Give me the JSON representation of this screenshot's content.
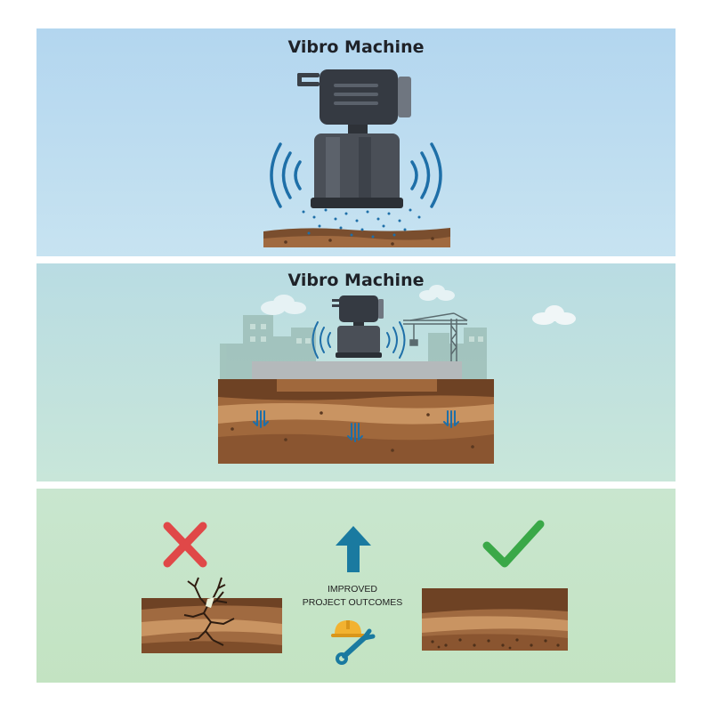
{
  "panels": [
    {
      "title": "Vibro Machine"
    },
    {
      "title": "Vibro Machine"
    },
    {
      "outcome_label_line1": "IMPROVED",
      "outcome_label_line2": "PROJECT OUTCOMES"
    }
  ],
  "icons": [
    "vibro-machine-icon",
    "vibration-waves-icon",
    "crane-icon",
    "cloud-icon",
    "arrow-down-icon",
    "cross-icon",
    "arrow-up-icon",
    "hard-hat-icon",
    "wrench-icon",
    "check-icon"
  ],
  "colors": {
    "wave_blue": "#1e6fa8",
    "machine_dark": "#3a4048",
    "soil_brown": "#8a5a35",
    "cross_red": "#e04848",
    "check_green": "#3aa848",
    "arrow_teal": "#1a7aa0"
  }
}
